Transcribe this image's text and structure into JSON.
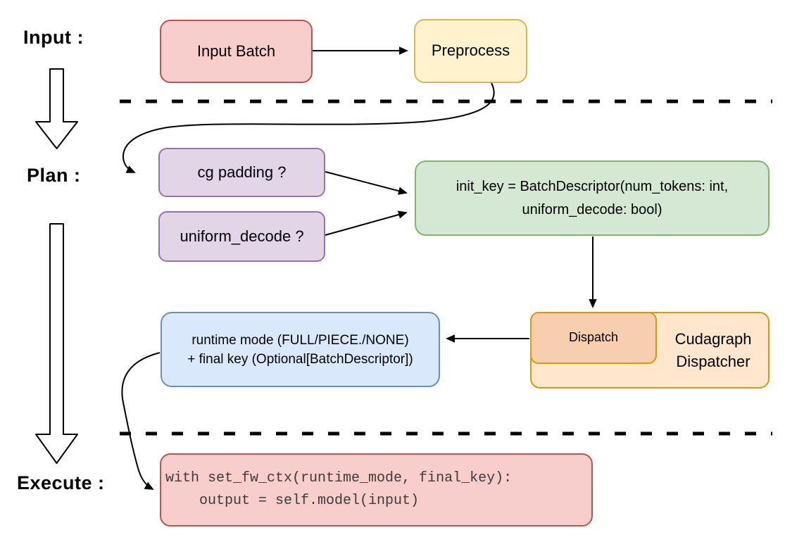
{
  "stage_labels": {
    "input": "Input :",
    "plan": "Plan :",
    "execute": "Execute :"
  },
  "nodes": {
    "input_batch": {
      "label": "Input Batch"
    },
    "preprocess": {
      "label": "Preprocess"
    },
    "cg_padding": {
      "label": "cg padding ?"
    },
    "uniform_decode": {
      "label": "uniform_decode ?"
    },
    "init_key": {
      "line1": "init_key = BatchDescriptor(num_tokens: int,",
      "line2": "uniform_decode: bool)"
    },
    "dispatch": {
      "label": "Dispatch"
    },
    "cudagraph_dispatcher": {
      "label": "Cudagraph Dispatcher"
    },
    "runtime_mode": {
      "line1": "runtime mode (FULL/PIECE./NONE)",
      "line2": "+ final key (Optional[BatchDescriptor])"
    },
    "execute_code": {
      "line1": "with set_fw_ctx(runtime_mode, final_key):",
      "line2": "    output = self.model(input)"
    }
  },
  "palette": {
    "pink_fill": "#f8cecc",
    "pink_stroke": "#b85450",
    "yellow_fill": "#fff2cc",
    "yellow_stroke": "#d6b656",
    "purple_fill": "#e1d5e7",
    "purple_stroke": "#9673a6",
    "green_fill": "#d5e8d4",
    "green_stroke": "#82b366",
    "blue_fill": "#dae8fc",
    "blue_stroke": "#6c8ebf",
    "orange_light_fill": "#ffe6cc",
    "orange_dark_fill": "#f8cfae",
    "orange_stroke": "#d79b00",
    "edge_color": "#000000"
  }
}
